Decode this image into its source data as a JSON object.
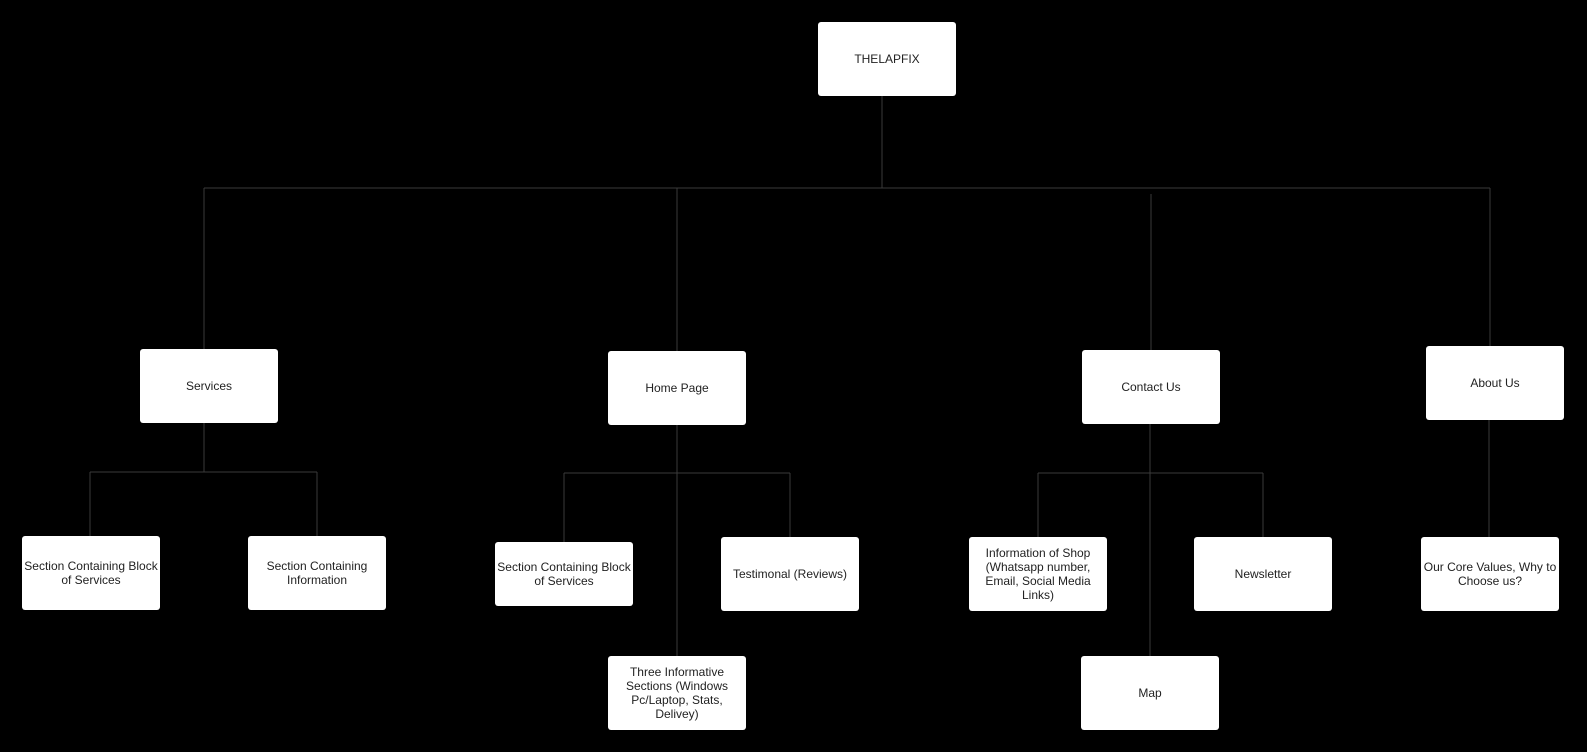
{
  "nodes": {
    "root": "THELAPFIX",
    "services": "Services",
    "home": "Home Page",
    "contact": "Contact Us",
    "about": "About Us",
    "svc_block": "Section Containing Block of Services",
    "svc_info": "Section Containing Information",
    "home_block": "Section Containing Block of Services",
    "home_testimonial": "Testimonal (Reviews)",
    "home_three": "Three Informative Sections (Windows Pc/Laptop, Stats, Delivey)",
    "contact_info": "Information of Shop (Whatsapp number, Email, Social Media Links)",
    "contact_newsletter": "Newsletter",
    "contact_map": "Map",
    "about_values": "Our Core Values, Why to Choose us?"
  },
  "edges": [
    [
      "root",
      "services"
    ],
    [
      "root",
      "home"
    ],
    [
      "root",
      "contact"
    ],
    [
      "root",
      "about"
    ],
    [
      "services",
      "svc_block"
    ],
    [
      "services",
      "svc_info"
    ],
    [
      "home",
      "home_block"
    ],
    [
      "home",
      "home_testimonial"
    ],
    [
      "home",
      "home_three"
    ],
    [
      "contact",
      "contact_info"
    ],
    [
      "contact",
      "contact_newsletter"
    ],
    [
      "contact",
      "contact_map"
    ],
    [
      "about",
      "about_values"
    ]
  ],
  "colors": {
    "background": "#000000",
    "node_fill": "#ffffff",
    "connector": "#3a3a3a",
    "text": "#222222"
  }
}
